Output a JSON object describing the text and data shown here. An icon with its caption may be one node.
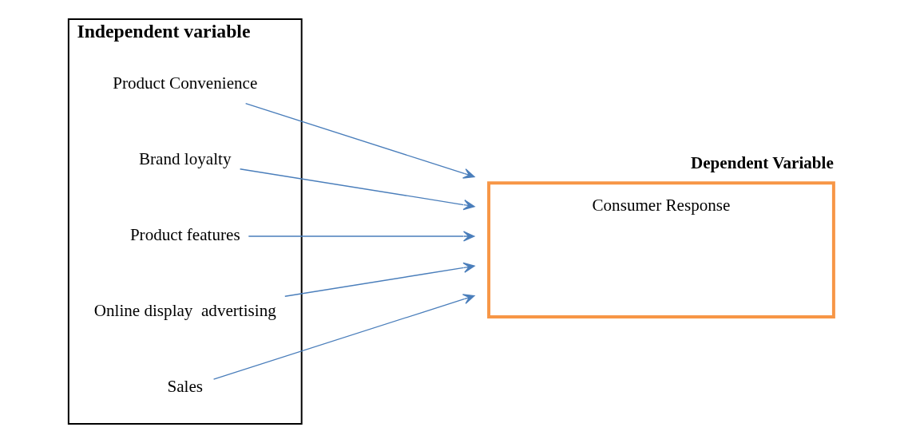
{
  "diagram": {
    "nodes": [
      {
        "text": [
          "Independent variable"
        ]
      },
      {
        "text": [
          "Product Convenience"
        ],
        "in": 0
      },
      {
        "text": [
          "Brand loyalty"
        ],
        "in": 0
      },
      {
        "text": [
          "Product features"
        ],
        "in": 0
      },
      {
        "text": [
          "Online display  advertising"
        ],
        "in": 0
      },
      {
        "text": [
          "Sales"
        ],
        "in": 0
      },
      {
        "text": [
          "Dependent Variable",
          "Consumer Response"
        ]
      }
    ],
    "edges": [
      {
        "from": 1,
        "to": 6,
        "arrow": "to",
        "color": "#4a7ebb"
      },
      {
        "from": 2,
        "to": 6,
        "arrow": "to",
        "color": "#4a7ebb"
      },
      {
        "from": 3,
        "to": 6,
        "arrow": "to",
        "color": "#4a7ebb"
      },
      {
        "from": 4,
        "to": 6,
        "arrow": "to",
        "color": "#4a7ebb"
      },
      {
        "from": 5,
        "to": 6,
        "arrow": "to",
        "color": "#4a7ebb"
      }
    ]
  }
}
